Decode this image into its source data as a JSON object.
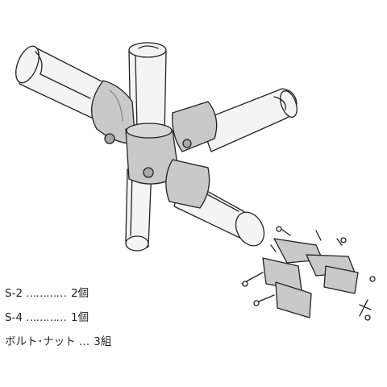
{
  "parts": [
    {
      "name": "S-2",
      "dots": "…………",
      "qty": "2個"
    },
    {
      "name": "S-4",
      "dots": "…………",
      "qty": "1個"
    },
    {
      "name": "ボルト･ナット",
      "dots": "…",
      "qty": "3組"
    }
  ],
  "colors": {
    "line": "#222222",
    "pipe": "#f4f4f4",
    "joint": "#c9c9c9",
    "joint_dark": "#a9a9a9",
    "background": "#ffffff"
  }
}
